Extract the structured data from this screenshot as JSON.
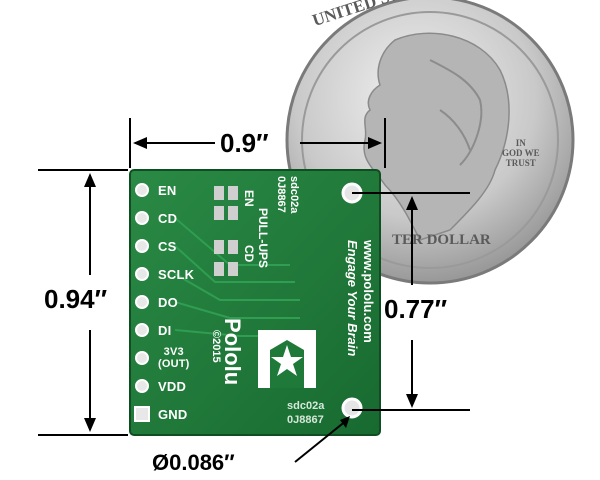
{
  "dimensions": {
    "width": "0.9″",
    "height": "0.94″",
    "hole_spacing": "0.77″",
    "hole_diameter": "Ø0.086″"
  },
  "pins": [
    "EN",
    "CD",
    "CS",
    "SCLK",
    "DO",
    "DI",
    "3V3\n(OUT)",
    "VDD",
    "GND"
  ],
  "board": {
    "part_top": "sdc02a",
    "lot_top": "0J8867",
    "pullups_title": "PULL-UPS",
    "pullups_en": "EN",
    "pullups_cd": "CD",
    "url": "www.pololu.com",
    "slogan": "Engage Your Brain",
    "brand": "Pololu",
    "copyright": "©2015",
    "part_bottom": "sdc02a",
    "lot_bottom": "0J8867"
  },
  "coin": {
    "top_text": "UNITED STATES OF AMERICA",
    "motto": "IN\nGOD WE\nTRUST",
    "bottom_text": "TER DOLLAR"
  },
  "colors": {
    "board_green": "#1f7a3a",
    "coin_silver": "#c9c9c9",
    "silkscreen": "#ffffff"
  }
}
